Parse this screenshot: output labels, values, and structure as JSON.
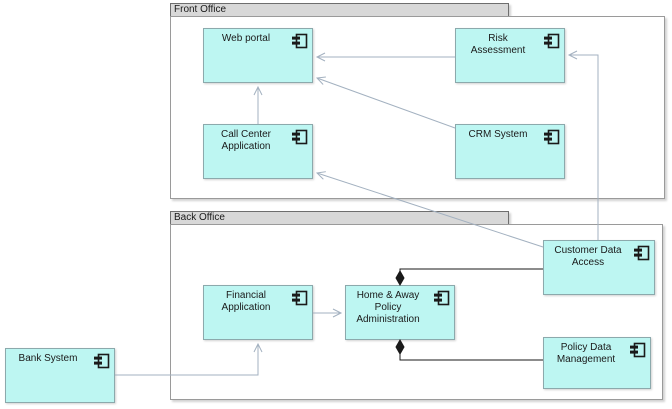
{
  "groups": [
    {
      "label": "Front Office"
    },
    {
      "label": "Back Office"
    }
  ],
  "components": [
    {
      "label": "Web portal",
      "icon": "component-icon"
    },
    {
      "label": "Risk Assessment",
      "icon": "component-icon"
    },
    {
      "label": "Call Center Application",
      "icon": "component-icon"
    },
    {
      "label": "CRM System",
      "icon": "component-icon"
    },
    {
      "label": "Customer Data Access",
      "icon": "component-icon"
    },
    {
      "label": "Financial Application",
      "icon": "component-icon"
    },
    {
      "label": "Home & Away Policy Administration",
      "icon": "component-icon"
    },
    {
      "label": "Policy Data Management",
      "icon": "component-icon"
    },
    {
      "label": "Bank System",
      "icon": "component-icon"
    }
  ],
  "connections": [
    {
      "from": "Risk Assessment",
      "to": "Web portal",
      "type": "open-arrow"
    },
    {
      "from": "Call Center Application",
      "to": "Web portal",
      "type": "open-arrow"
    },
    {
      "from": "CRM System",
      "to": "Web portal",
      "type": "open-arrow"
    },
    {
      "from": "Customer Data Access",
      "to": "Call Center Application",
      "type": "open-arrow"
    },
    {
      "from": "Customer Data Access",
      "to": "Risk Assessment",
      "type": "open-arrow"
    },
    {
      "from": "Financial Application",
      "to": "Home & Away Policy Administration",
      "type": "open-arrow"
    },
    {
      "from": "Bank System",
      "to": "Financial Application",
      "type": "open-arrow"
    },
    {
      "from": "Home & Away Policy Administration",
      "to": "Customer Data Access",
      "type": "composition-diamond"
    },
    {
      "from": "Home & Away Policy Administration",
      "to": "Policy Data Management",
      "type": "composition-diamond"
    }
  ],
  "colors": {
    "component_fill": "#bdf6f2",
    "component_border": "#8ca9ac",
    "group_header_fill": "#d8d8d8",
    "group_border": "#9a9a9a",
    "relation_line": "#a3b1c0",
    "composition_line": "#1a1a1a"
  }
}
